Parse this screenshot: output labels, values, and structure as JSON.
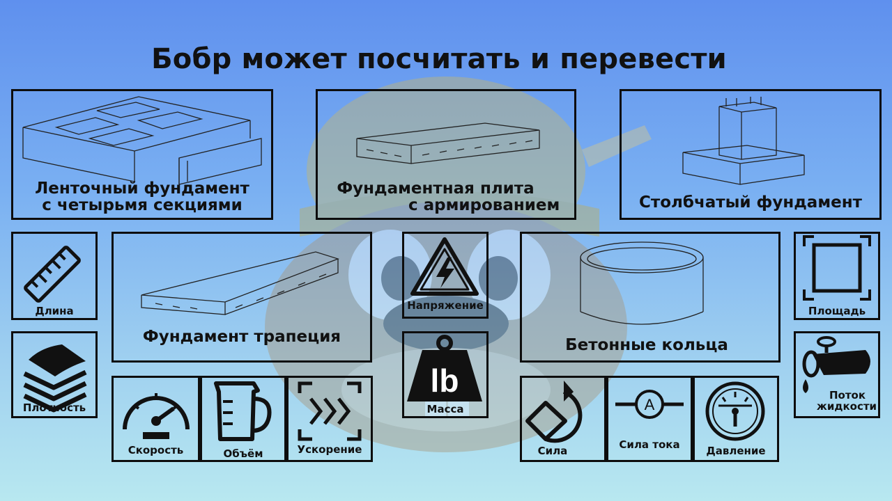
{
  "title": "Бобр может посчитать и перевести",
  "foundations": {
    "strip": {
      "line1": "Ленточный фундамент",
      "line2": "с четырьмя секциями"
    },
    "slab": {
      "line1": "Фундаментная плита",
      "line2": "с армированием"
    },
    "column": {
      "label": "Столбчатый фундамент"
    },
    "trapezoid": {
      "label": "Фундамент трапеция"
    },
    "rings": {
      "label": "Бетонные кольца"
    }
  },
  "converters": {
    "length": "Длина",
    "density": "Плотность",
    "speed": "Скорость",
    "volume": "Объём",
    "acceleration": "Ускорение",
    "voltage": "Напряжение",
    "mass": "Масса",
    "mass_unit": "lb",
    "area": "Площадь",
    "flow": {
      "line1": "Поток",
      "line2": "жидкости"
    },
    "force": "Сила",
    "current": "Сила тока",
    "current_symbol": "A",
    "pressure": "Давление"
  },
  "icons": {
    "length": "ruler-icon",
    "density": "layers-icon",
    "speed": "speedometer-icon",
    "volume": "measuring-jug-icon",
    "acceleration": "chevrons-icon",
    "voltage": "high-voltage-icon",
    "mass": "weight-icon",
    "area": "square-frame-icon",
    "flow": "pipe-valve-icon",
    "force": "rotate-arrow-icon",
    "current": "ammeter-icon",
    "pressure": "pressure-gauge-icon"
  },
  "colors": {
    "bg_top": "#5f90ee",
    "bg_bottom": "#b8e8f0",
    "border": "#0d0d0d"
  }
}
